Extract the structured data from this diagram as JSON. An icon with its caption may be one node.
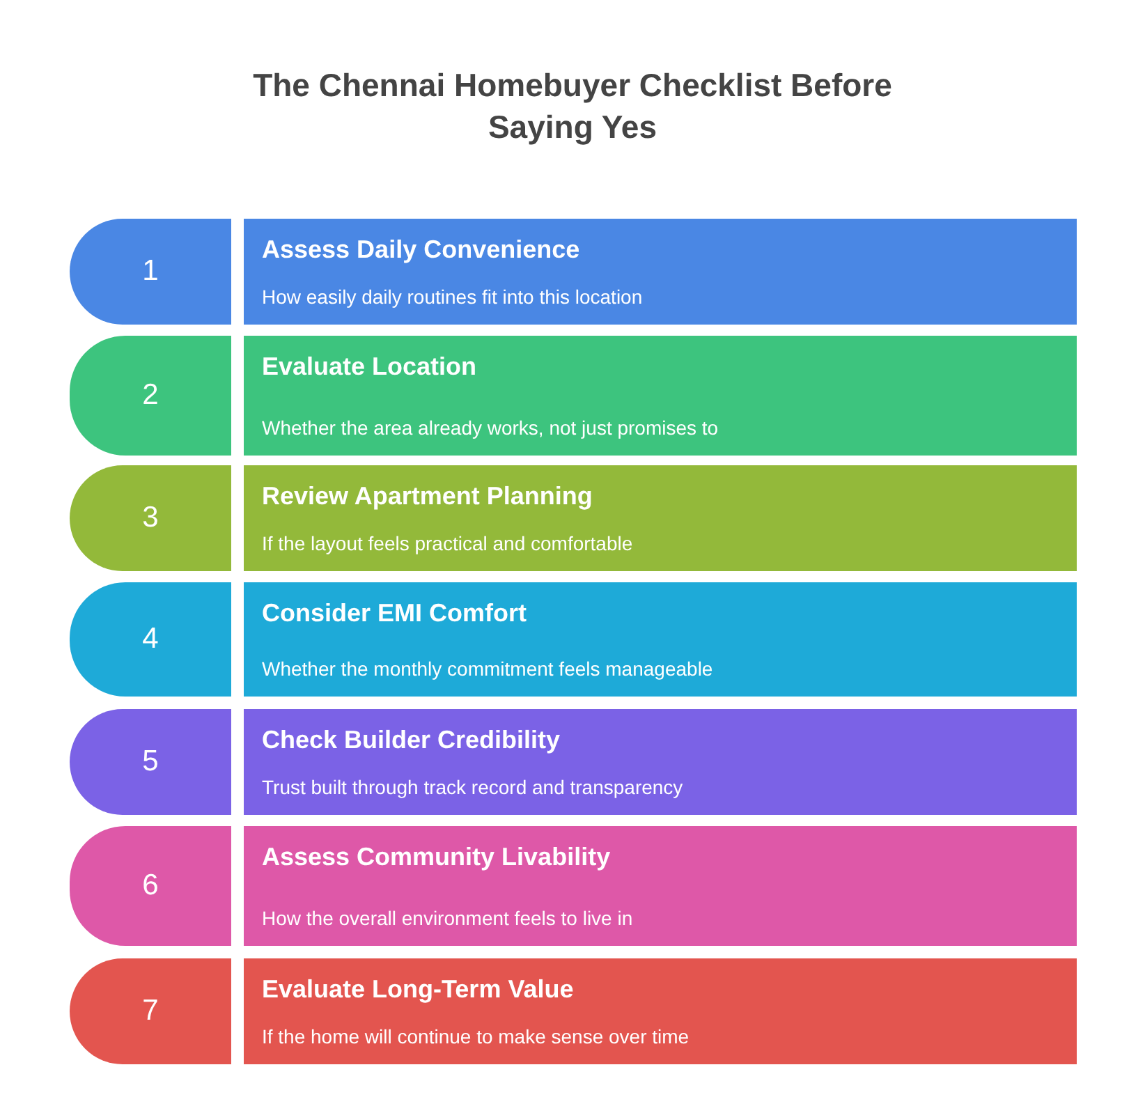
{
  "diagram": {
    "title": "The Chennai Homebuyer Checklist Before Saying Yes",
    "nodes": [
      {
        "text": [
          "1"
        ]
      },
      {
        "text": [
          "Assess Daily Convenience",
          "How easily daily routines fit into this location"
        ]
      },
      {
        "text": [
          "2"
        ]
      },
      {
        "text": [
          "Evaluate Location",
          "Whether the area already works, not just promises to"
        ]
      },
      {
        "text": [
          "3"
        ]
      },
      {
        "text": [
          "Review Apartment Planning",
          "If the layout feels practical and comfortable"
        ]
      },
      {
        "text": [
          "4"
        ]
      },
      {
        "text": [
          "Consider EMI Comfort",
          "Whether the monthly commitment feels manageable"
        ]
      },
      {
        "text": [
          "5"
        ]
      },
      {
        "text": [
          "Check Builder Credibility",
          "Trust built through track record and transparency"
        ]
      },
      {
        "text": [
          "6"
        ]
      },
      {
        "text": [
          "Assess Community Livability",
          "How the overall environment feels to live in"
        ]
      },
      {
        "text": [
          "7"
        ]
      },
      {
        "text": [
          "Evaluate Long-Term Value",
          "If the home will continue to make sense over time"
        ]
      }
    ],
    "edges": []
  }
}
